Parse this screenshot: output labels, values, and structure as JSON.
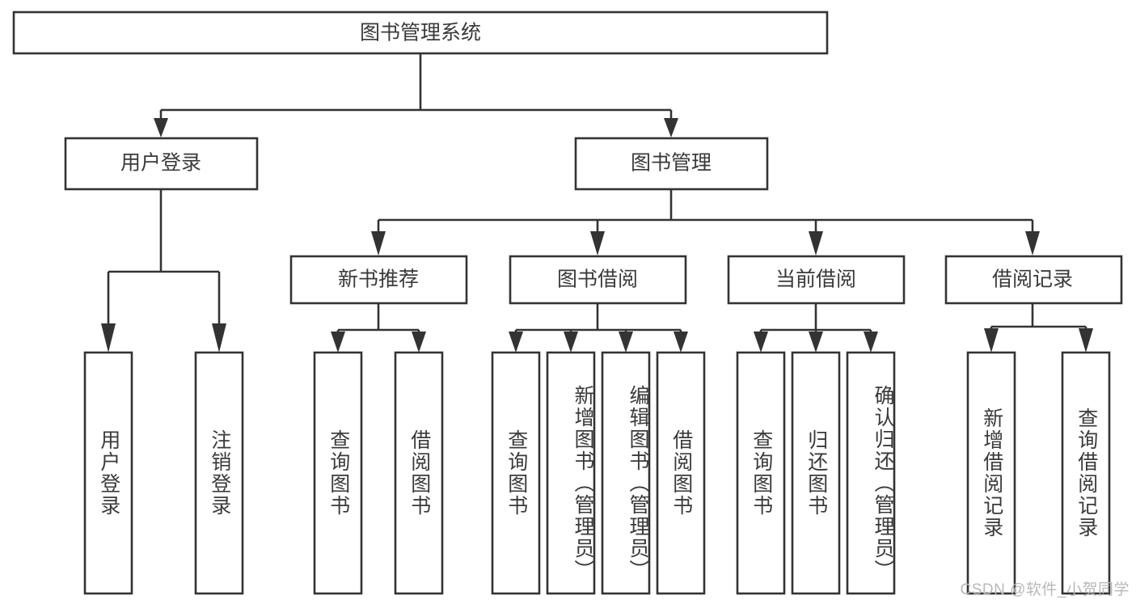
{
  "diagram": {
    "title": "图书管理系统",
    "type": "tree-hierarchy",
    "watermark": "CSDN @软件_小贺同学",
    "colors": {
      "background": "#ffffff",
      "box_fill": "#ffffff",
      "box_stroke": "#333333",
      "text": "#3a3a3a",
      "watermark": "#b8b8b8"
    },
    "root": {
      "label": "图书管理系统"
    },
    "level2": [
      {
        "label": "用户登录"
      },
      {
        "label": "图书管理"
      }
    ],
    "level3": [
      {
        "label": "新书推荐"
      },
      {
        "label": "图书借阅"
      },
      {
        "label": "当前借阅"
      },
      {
        "label": "借阅记录"
      }
    ],
    "leaves": {
      "user_login": [
        {
          "label": "用户登录"
        },
        {
          "label": "注销登录"
        }
      ],
      "new_book": [
        {
          "label": "查询图书"
        },
        {
          "label": "借阅图书"
        }
      ],
      "book_borrow": [
        {
          "label": "查询图书"
        },
        {
          "label": "新增图书（管理员）"
        },
        {
          "label": "编辑图书（管理员）"
        },
        {
          "label": "借阅图书"
        }
      ],
      "current_borrow": [
        {
          "label": "查询图书"
        },
        {
          "label": "归还图书"
        },
        {
          "label": "确认归还（管理员）"
        }
      ],
      "borrow_record": [
        {
          "label": "新增借阅记录"
        },
        {
          "label": "查询借阅记录"
        }
      ]
    }
  }
}
